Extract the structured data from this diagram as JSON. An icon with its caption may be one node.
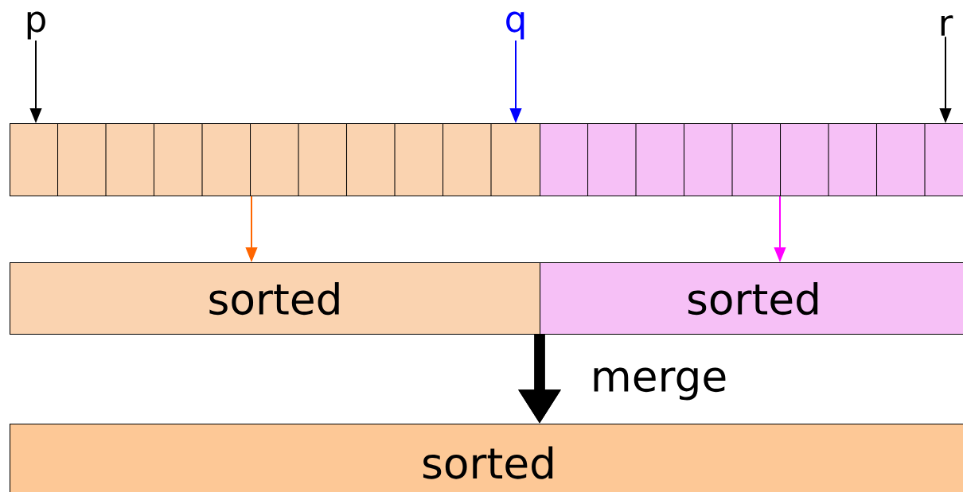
{
  "diagram": {
    "nodes": [
      {
        "text": [
          "p"
        ]
      },
      {
        "text": [
          "q"
        ]
      },
      {
        "text": [
          "r"
        ]
      },
      {
        "text": [],
        "shape": "box"
      },
      {
        "text": [],
        "shape": "box"
      },
      {
        "text": [
          "sorted"
        ]
      },
      {
        "text": [
          "sorted"
        ]
      },
      {
        "text": [
          "sorted"
        ]
      }
    ],
    "edges": [
      {
        "from": 0,
        "to": 3,
        "arrow": "to"
      },
      {
        "from": 1,
        "to": 3,
        "arrow": "to",
        "color": "#0000ff"
      },
      {
        "from": 2,
        "to": 4,
        "arrow": "to"
      },
      {
        "from": 3,
        "to": 5,
        "arrow": "to",
        "color": "#ff6600"
      },
      {
        "from": 4,
        "to": 6,
        "arrow": "to",
        "color": "#ff00ff"
      },
      {
        "from": 5,
        "to": 7,
        "arrow": "to",
        "style": "thick",
        "label": "merge"
      },
      {
        "from": 6,
        "to": 7,
        "arrow": "to",
        "style": "thick"
      }
    ]
  }
}
